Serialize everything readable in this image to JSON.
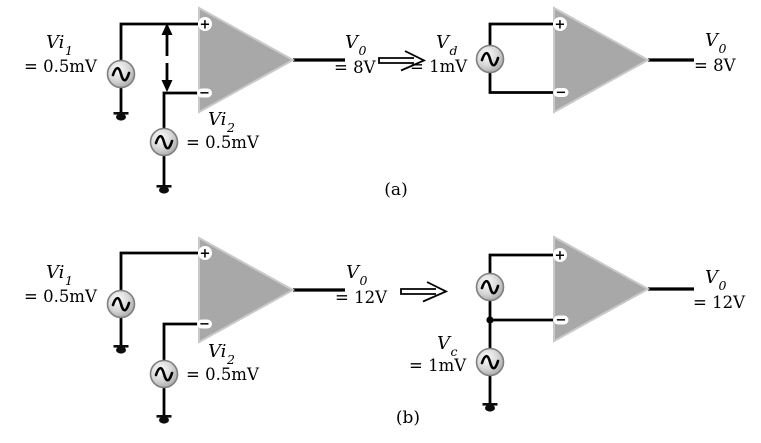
{
  "figure": {
    "colors": {
      "background": "#ffffff",
      "wire": "#000000",
      "opamp_fill": "#a8a8a8",
      "opamp_edge": "#c9c9c9"
    },
    "terminals": {
      "plus": "+",
      "minus": "−"
    },
    "captions": {
      "a": "(a)",
      "b": "(b)"
    },
    "row_a": {
      "left": {
        "source1": {
          "name": "Vi",
          "sub": "1",
          "value": "= 0.5mV"
        },
        "source2": {
          "name": "Vi",
          "sub": "2",
          "value": "= 0.5mV"
        },
        "output": {
          "name": "V",
          "sub": "0",
          "value": "= 8V"
        }
      },
      "right": {
        "source": {
          "name": "V",
          "sub": "d",
          "value": "= 1mV"
        },
        "output": {
          "name": "V",
          "sub": "0",
          "value": "= 8V"
        }
      }
    },
    "row_b": {
      "left": {
        "source1": {
          "name": "Vi",
          "sub": "1",
          "value": "= 0.5mV"
        },
        "source2": {
          "name": "Vi",
          "sub": "2",
          "value": "= 0.5mV"
        },
        "output": {
          "name": "V",
          "sub": "0",
          "value": "= 12V"
        }
      },
      "right": {
        "source": {
          "name": "V",
          "sub": "c",
          "value": "= 1mV"
        },
        "output": {
          "name": "V",
          "sub": "0",
          "value": "= 12V"
        }
      }
    }
  }
}
